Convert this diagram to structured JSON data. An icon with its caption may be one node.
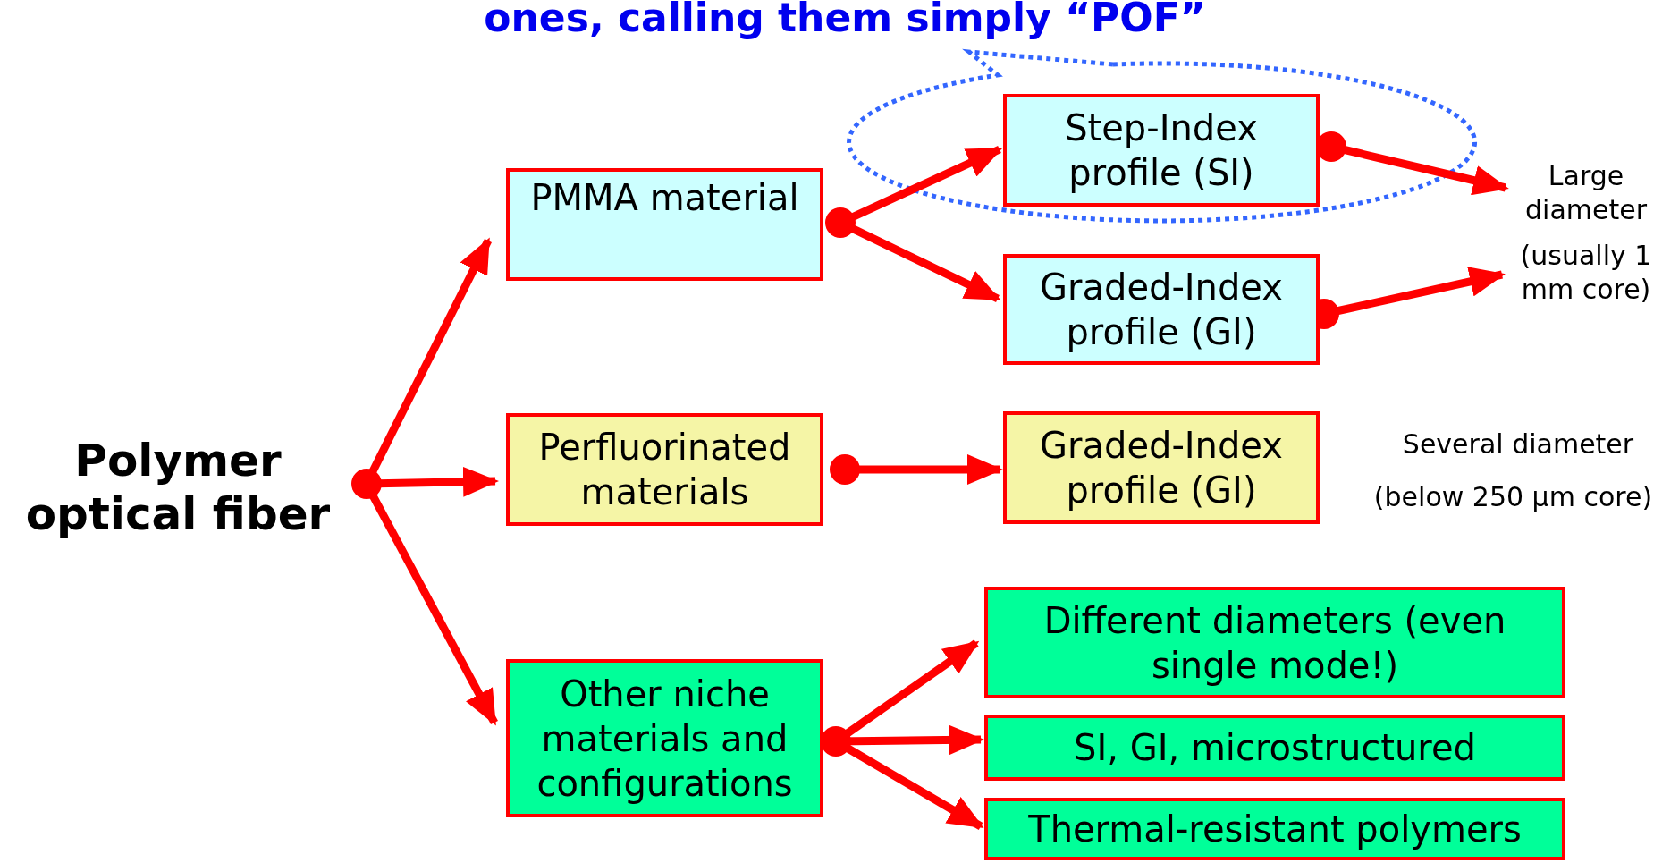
{
  "diagram": {
    "nodes": [
      {
        "text": [
          "Polymer optical fiber"
        ]
      },
      {
        "text": [
          "PMMA material"
        ]
      },
      {
        "text": [
          "Step-Index profile (SI)"
        ]
      },
      {
        "text": [
          "Graded-Index profile (GI)"
        ]
      },
      {
        "text": [
          "Large diameter",
          "(usually 1 mm core)"
        ]
      },
      {
        "text": [
          "Perfluorinated materials"
        ]
      },
      {
        "text": [
          "Graded-Index profile (GI)"
        ]
      },
      {
        "text": [
          "Other niche materials and configurations"
        ]
      },
      {
        "text": [
          "Different diameters (even single mode!)"
        ]
      },
      {
        "text": [
          "SI, GI, microstructured"
        ]
      },
      {
        "text": [
          "Thermal-resistant polymers"
        ]
      }
    ],
    "edges": [
      {
        "from": 0,
        "to": 1,
        "arrow": "to"
      },
      {
        "from": 0,
        "to": 5,
        "arrow": "to"
      },
      {
        "from": 0,
        "to": 7,
        "arrow": "to"
      },
      {
        "from": 1,
        "to": 2,
        "arrow": "to"
      },
      {
        "from": 1,
        "to": 3,
        "arrow": "to"
      },
      {
        "from": 2,
        "to": 4,
        "arrow": "to"
      },
      {
        "from": 3,
        "to": 4,
        "arrow": "to"
      },
      {
        "from": 5,
        "to": 6,
        "arrow": "to"
      },
      {
        "from": 7,
        "to": 8,
        "arrow": "to"
      },
      {
        "from": 7,
        "to": 9,
        "arrow": "to"
      },
      {
        "from": 7,
        "to": 10,
        "arrow": "to"
      }
    ],
    "labels": [
      "ones, calling them simply “POF”",
      "Several diameter",
      "(below 250 μm core)"
    ]
  }
}
